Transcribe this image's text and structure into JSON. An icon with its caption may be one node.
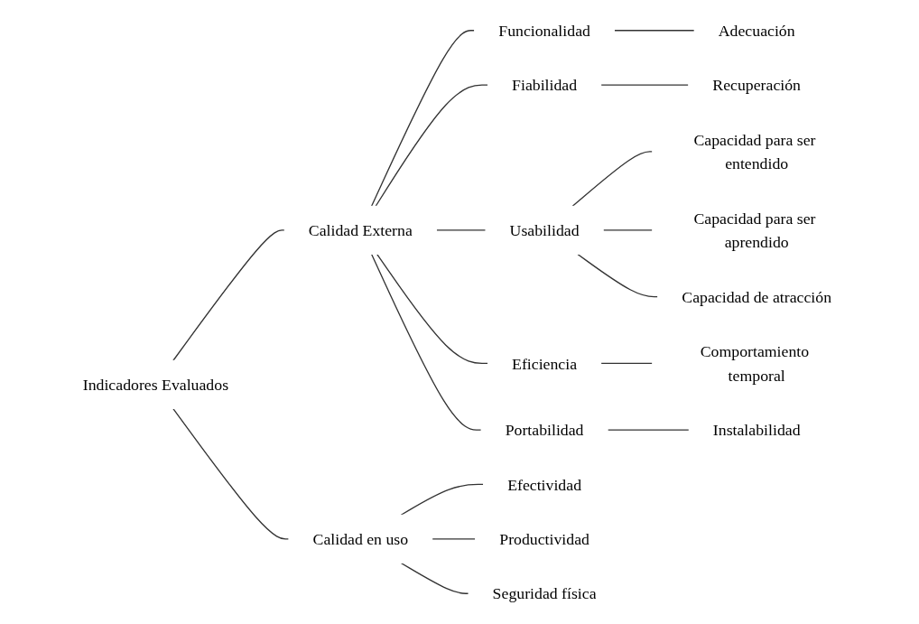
{
  "diagram": {
    "nodes": [
      {
        "text": [
          "Indicadores Evaluados"
        ]
      },
      {
        "text": [
          "Calidad Externa"
        ]
      },
      {
        "text": [
          "Funcionalidad"
        ]
      },
      {
        "text": [
          "Adecuación"
        ]
      },
      {
        "text": [
          "Fiabilidad"
        ]
      },
      {
        "text": [
          "Recuperación"
        ]
      },
      {
        "text": [
          "Usabilidad"
        ]
      },
      {
        "text": [
          "Capacidad para ser entendido"
        ]
      },
      {
        "text": [
          "Capacidad para ser aprendido"
        ]
      },
      {
        "text": [
          "Capacidad de atracción"
        ]
      },
      {
        "text": [
          "Eficiencia"
        ]
      },
      {
        "text": [
          "Comportamiento temporal"
        ]
      },
      {
        "text": [
          "Portabilidad"
        ]
      },
      {
        "text": [
          "Instalabilidad"
        ]
      },
      {
        "text": [
          "Calidad en uso"
        ]
      },
      {
        "text": [
          "Efectividad"
        ]
      },
      {
        "text": [
          "Productividad"
        ]
      },
      {
        "text": [
          "Seguridad física"
        ]
      }
    ],
    "edges": [
      {
        "from": 0,
        "to": 1,
        "arrow": "none"
      },
      {
        "from": 1,
        "to": 2,
        "arrow": "none"
      },
      {
        "from": 2,
        "to": 3,
        "arrow": "none"
      },
      {
        "from": 1,
        "to": 4,
        "arrow": "none"
      },
      {
        "from": 4,
        "to": 5,
        "arrow": "none"
      },
      {
        "from": 1,
        "to": 6,
        "arrow": "none"
      },
      {
        "from": 6,
        "to": 7,
        "arrow": "none"
      },
      {
        "from": 6,
        "to": 8,
        "arrow": "none"
      },
      {
        "from": 6,
        "to": 9,
        "arrow": "none"
      },
      {
        "from": 1,
        "to": 10,
        "arrow": "none"
      },
      {
        "from": 10,
        "to": 11,
        "arrow": "none"
      },
      {
        "from": 1,
        "to": 12,
        "arrow": "none"
      },
      {
        "from": 12,
        "to": 13,
        "arrow": "none"
      },
      {
        "from": 0,
        "to": 14,
        "arrow": "none"
      },
      {
        "from": 14,
        "to": 15,
        "arrow": "none"
      },
      {
        "from": 14,
        "to": 16,
        "arrow": "none"
      },
      {
        "from": 14,
        "to": 17,
        "arrow": "none"
      }
    ]
  }
}
